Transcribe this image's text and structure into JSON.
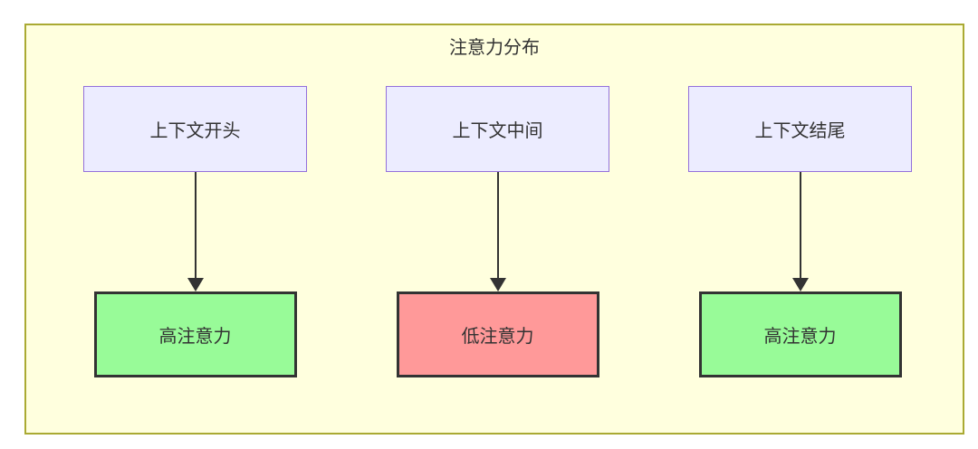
{
  "diagram": {
    "title": "注意力分布",
    "frame": {
      "fill": "#FFFFDE",
      "border_color": "#AAAA33"
    },
    "columns": [
      {
        "source": "上下文开头",
        "target": "高注意力",
        "level": "high"
      },
      {
        "source": "上下文中间",
        "target": "低注意力",
        "level": "low"
      },
      {
        "source": "上下文结尾",
        "target": "高注意力",
        "level": "high"
      }
    ],
    "colors": {
      "source_fill": "#ECECFF",
      "source_border": "#9370DB",
      "high_fill": "#98FB98",
      "low_fill": "#FF9999",
      "target_border": "#333333",
      "text": "#333333",
      "arrow": "#333333"
    }
  }
}
